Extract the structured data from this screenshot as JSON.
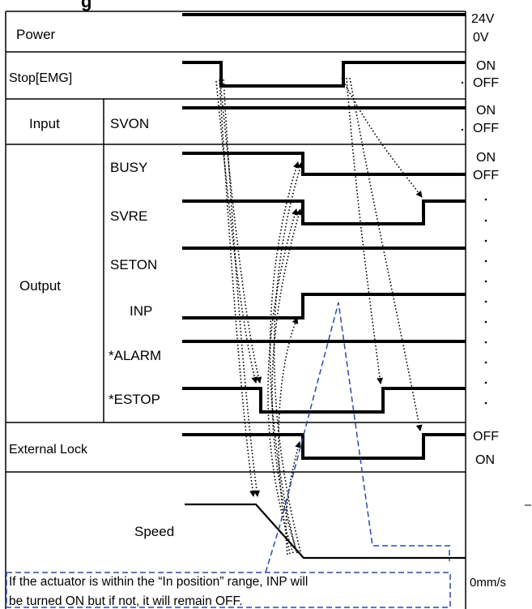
{
  "title_fragment": "g",
  "rows": {
    "power": "Power",
    "stop": "Stop[EMG]",
    "input": "Input",
    "output": "Output",
    "external_lock": "External Lock",
    "speed": "Speed"
  },
  "signals": {
    "svon": "SVON",
    "busy": "BUSY",
    "svre": "SVRE",
    "seton": "SETON",
    "inp": "INP",
    "alarm": "*ALARM",
    "estop": "*ESTOP"
  },
  "levels": {
    "power_high": "24V",
    "power_low": "0V",
    "on": "ON",
    "off": "OFF",
    "speed_zero": "0mm/s"
  },
  "note": {
    "line1": "If the actuator is within the “In position” range, INP will",
    "line2": "be turned ON but if not, it will remain OFF."
  },
  "colors": {
    "line": "#000000",
    "note_border": "#2b4aa8",
    "dashed_curve": "#2b4aa8"
  }
}
